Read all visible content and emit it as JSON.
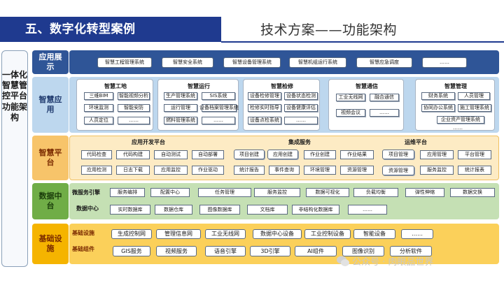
{
  "header": {
    "title": "五、数字化转型案例",
    "subtitle": "技术方案——功能架构"
  },
  "side_label": "一体化智慧管控平台功能架构",
  "layers": {
    "app_display": {
      "label": "应用展示",
      "items": [
        "智慧工程管理系统",
        "智慧安全系统",
        "智慧设备管理系统",
        "智慧机组运行系统",
        "智慧应急调度",
        "……"
      ],
      "colors": {
        "label_bg": "#2f5597",
        "label_text": "#ffffff",
        "band_bg": "#2f5597"
      }
    },
    "smart_app": {
      "label": "智慧应用",
      "groups": [
        {
          "title": "智慧工地",
          "items": [
            "三维BIM",
            "智能视频分析",
            "环境监测",
            "智能安防",
            "人员定位",
            "……"
          ]
        },
        {
          "title": "智慧运行",
          "items": [
            "生产管理系统",
            "SIS系统",
            "运行管理",
            "设备档案管理系统",
            "燃料管理系统",
            "……"
          ]
        },
        {
          "title": "智慧检修",
          "items": [
            "设备检修管理",
            "设备状态检测",
            "检修实时指导",
            "设备健康评估",
            "设备点检系统",
            "……"
          ]
        },
        {
          "title": "智慧通信",
          "items": [
            "工业无线网",
            "融合通信",
            "视频会议",
            "……"
          ]
        },
        {
          "title": "智慧管理",
          "items": [
            "财务系统",
            "人员管理",
            "协同办公系统",
            "施工管理系统",
            "企业资产管理系统",
            "……"
          ]
        }
      ],
      "colors": {
        "label_bg": "#bdd7ee",
        "label_text": "#1f3a6e",
        "band_bg": "#bdd7ee"
      }
    },
    "smart_platform": {
      "label": "智慧平台",
      "groups": [
        {
          "title": "应用开发平台",
          "items": [
            "代码检查",
            "代码构建",
            "自动测试",
            "自动部署",
            "应用检测",
            "日志下载",
            "应用监控",
            "作业驱动"
          ]
        },
        {
          "title": "集成服务",
          "items": [
            "项目创建",
            "应用创建",
            "作业创建",
            "作业结果",
            "统计报告",
            "事件查询",
            "环境管理",
            "资源管理"
          ]
        },
        {
          "title": "运维平台",
          "items": [
            "项目管理",
            "应用管理",
            "平台管理",
            "资源管理",
            "服务监控",
            "统计报表"
          ]
        }
      ],
      "colors": {
        "label_bg": "#f7c46a",
        "label_text": "#7a2a00",
        "band_bg": "#fdebc4"
      }
    },
    "data_center": {
      "label": "数据中台",
      "rows": [
        {
          "title": "微服务引擎",
          "items": [
            "服务编排",
            "配置中心",
            "任务管理",
            "服务监控",
            "数据可视化",
            "负载均衡",
            "弹性伸缩",
            "数据交换"
          ]
        },
        {
          "title": "数据中心",
          "items": [
            "实时数据库",
            "数据仓库",
            "图像数据库",
            "文档库",
            "非结构化数据库",
            "……"
          ]
        }
      ],
      "colors": {
        "label_bg": "#70ad47",
        "label_text": "#1a3d0a",
        "band_bg": "#c5e0b4"
      }
    },
    "infrastructure": {
      "label": "基础设施",
      "rows": [
        {
          "title": "基础设施",
          "items": [
            "生成控制网",
            "管理信息网",
            "工业无线网",
            "数据中心设备",
            "工业控制设备",
            "智能设备",
            "……"
          ]
        },
        {
          "title": "基础组件",
          "items": [
            "GIS服务",
            "视频服务",
            "语音引擎",
            "3D引擎",
            "AI组件",
            "图像识别",
            "分析软件"
          ]
        }
      ],
      "colors": {
        "label_bg": "#f5b400",
        "label_text": "#7a2a00",
        "band_bg": "#fbd05a"
      }
    }
  },
  "watermark": "公众号 · 肉眼品世界",
  "colors": {
    "brand": "#1f3a8f",
    "box_border": "#5a6a80"
  }
}
